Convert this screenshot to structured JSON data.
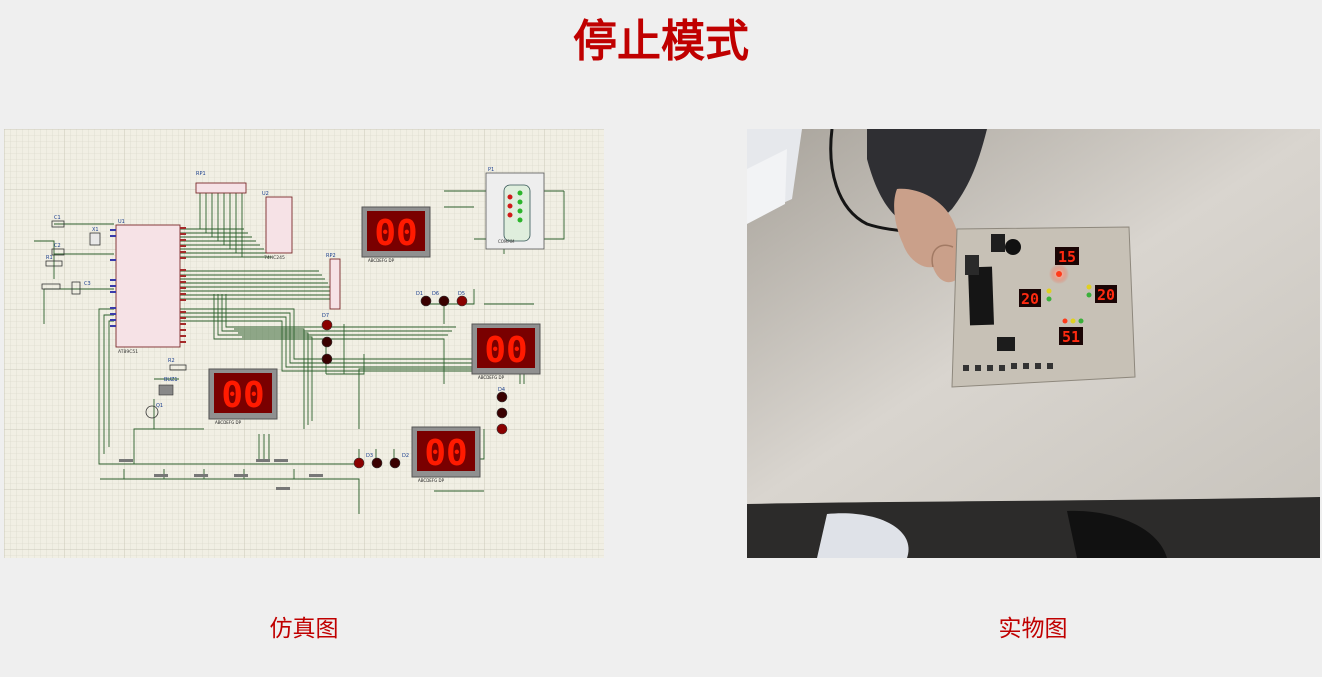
{
  "title": "停止模式",
  "captions": {
    "simulation": "仿真图",
    "photo": "实物图"
  },
  "simulation": {
    "chip_label": "U1",
    "chip_name": "AT89C51",
    "resistor_pack": "RP1",
    "resistor_pack2": "RP2",
    "driver_label": "U2",
    "driver_name": "74HC245",
    "connector_label": "P1",
    "connector_name": "COMPIM",
    "buzzer_label": "BUZ1",
    "transistor_label": "Q1",
    "resistor_label": "R2",
    "crystal_label": "X1",
    "cap1": "C1",
    "cap2": "C2",
    "cap3": "C3",
    "res1": "R1",
    "display_digits": "00",
    "display_pinrow": "ABCDEFG DP",
    "led_labels": [
      "D7",
      "D6",
      "D5",
      "D4",
      "D3",
      "D2",
      "D1"
    ]
  },
  "photo": {
    "displays": [
      "15",
      "20",
      "20",
      "51"
    ]
  },
  "colors": {
    "accent": "#c00000",
    "grid": "#d4d2c4",
    "wire": "#1f5a1f",
    "chip_fill": "#f4e1e6",
    "seg_on": "#ff1a00",
    "seg_bg": "#8a0000",
    "led_off": "#7a0000",
    "board": "#c9c4ba"
  }
}
